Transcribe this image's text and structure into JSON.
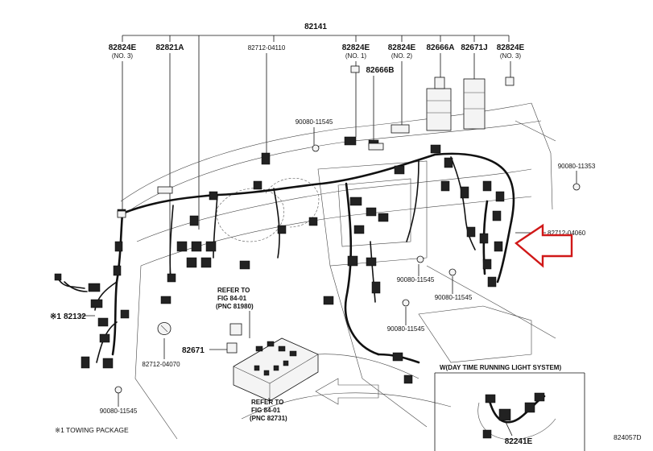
{
  "top_label": "82141",
  "parts": [
    {
      "id": "p82824e_l",
      "number": "82824E",
      "note": "(NO. 3)"
    },
    {
      "id": "p82821a",
      "number": "82821A",
      "note": ""
    },
    {
      "id": "p82712_04110",
      "number": "82712-04110",
      "note": ""
    },
    {
      "id": "p82824e_n1",
      "number": "82824E",
      "note": "(NO. 1)"
    },
    {
      "id": "p82824e_n2",
      "number": "82824E",
      "note": "(NO. 2)"
    },
    {
      "id": "p82666a",
      "number": "82666A",
      "note": ""
    },
    {
      "id": "p82671j",
      "number": "82671J",
      "note": ""
    },
    {
      "id": "p82824e_n3",
      "number": "82824E",
      "note": "(NO. 3)"
    },
    {
      "id": "p82666b",
      "number": "82666B",
      "note": ""
    },
    {
      "id": "p90080_11545_a",
      "number": "90080-11545",
      "note": ""
    },
    {
      "id": "p90080_11353",
      "number": "90080-11353",
      "note": ""
    },
    {
      "id": "p82712_04060",
      "number": "82712-04060",
      "note": ""
    },
    {
      "id": "p90080_11545_b",
      "number": "90080-11545",
      "note": ""
    },
    {
      "id": "p90080_11545_c",
      "number": "90080-11545",
      "note": ""
    },
    {
      "id": "p90080_11545_d",
      "number": "90080-11545",
      "note": ""
    },
    {
      "id": "p82132",
      "number": "82132",
      "note": "※1"
    },
    {
      "id": "p82712_04070",
      "number": "82712-04070",
      "note": ""
    },
    {
      "id": "p82671",
      "number": "82671",
      "note": ""
    },
    {
      "id": "p90080_11545_e",
      "number": "90080-11545",
      "note": ""
    },
    {
      "id": "p82241e",
      "number": "82241E",
      "note": ""
    }
  ],
  "refer_1": {
    "line1": "REFER TO",
    "line2": "FIG 84-01",
    "line3": "(PNC 81980)"
  },
  "refer_2": {
    "line1": "REFER TO",
    "line2": "FIG 84-01",
    "line3": "(PNC 82731)"
  },
  "inset_title": "W(DAY TIME RUNNING LIGHT SYSTEM)",
  "footnote": "※1 TOWING PACKAGE",
  "figure_id": "824057D",
  "highlight_color": "#d01818"
}
